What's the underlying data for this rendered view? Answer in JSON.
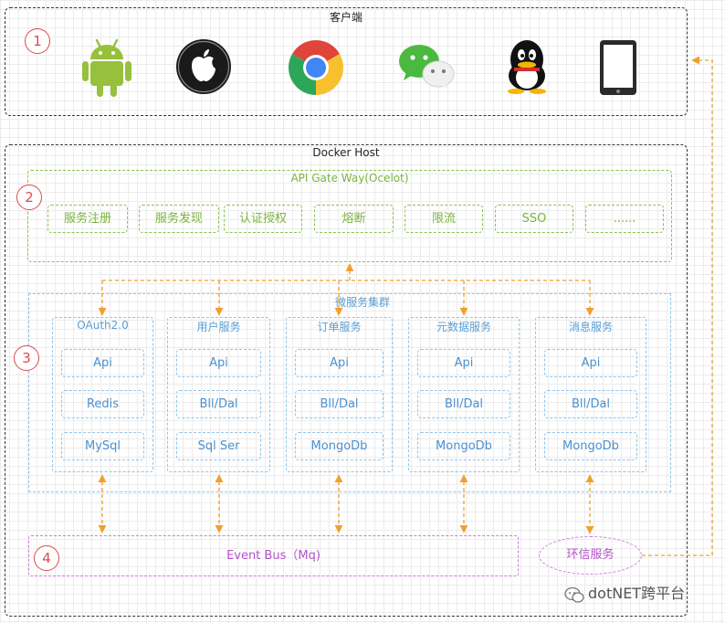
{
  "client": {
    "title": "客户端",
    "step": "1",
    "icons": [
      "android-icon",
      "apple-icon",
      "chrome-icon",
      "wechat-icon",
      "qq-icon",
      "tablet-icon"
    ]
  },
  "host": {
    "title": "Docker Host"
  },
  "gateway": {
    "step": "2",
    "title": "API Gate Way(Ocelot)",
    "items": [
      "服务注册",
      "服务发现",
      "认证授权",
      "熔断",
      "限流",
      "SSO",
      "......"
    ]
  },
  "cluster": {
    "step": "3",
    "title": "微服务集群",
    "services": [
      {
        "title": "OAuth2.0",
        "items": [
          "Api",
          "Redis",
          "MySql"
        ]
      },
      {
        "title": "用户服务",
        "items": [
          "Api",
          "Bll/Dal",
          "Sql Ser"
        ]
      },
      {
        "title": "订单服务",
        "items": [
          "Api",
          "Bll/Dal",
          "MongoDb"
        ]
      },
      {
        "title": "元数据服务",
        "items": [
          "Api",
          "Bll/Dal",
          "MongoDb"
        ]
      },
      {
        "title": "消息服务",
        "items": [
          "Api",
          "Bll/Dal",
          "MongoDb"
        ]
      }
    ]
  },
  "bus": {
    "step": "4",
    "label": "Event Bus（Mq)"
  },
  "im": {
    "label": "环信服务"
  },
  "watermark": {
    "text": "dotNET跨平台"
  },
  "colors": {
    "step": "#e0484d",
    "gateway": "#8bc34a",
    "cluster": "#90c4ea",
    "bus": "#ce7be0",
    "arrow": "#f0a030"
  }
}
